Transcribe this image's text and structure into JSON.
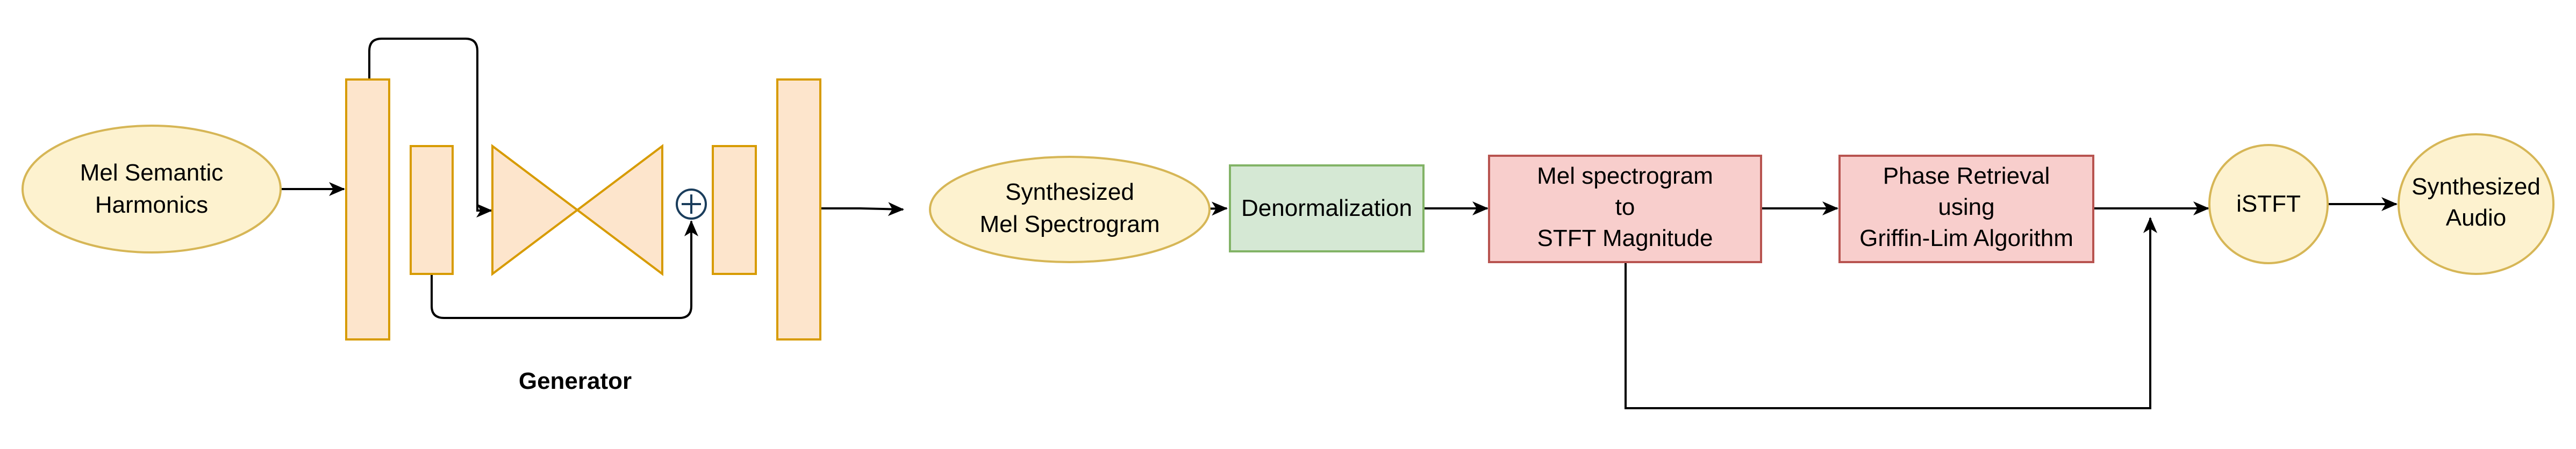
{
  "nodes": {
    "mel_semantic_harmonics": {
      "lines": [
        "Mel Semantic",
        "Harmonics"
      ]
    },
    "synthesized_mel_spectrogram": {
      "lines": [
        "Synthesized",
        "Mel Spectrogram"
      ]
    },
    "denormalization": {
      "lines": [
        "Denormalization"
      ]
    },
    "mel_to_stft": {
      "lines": [
        "Mel spectrogram",
        "to",
        "STFT Magnitude"
      ]
    },
    "phase_retrieval": {
      "lines": [
        "Phase Retrieval",
        "using",
        "Griffin-Lim Algorithm"
      ]
    },
    "istft": {
      "lines": [
        "iSTFT"
      ]
    },
    "synthesized_audio": {
      "lines": [
        "Synthesized",
        "Audio"
      ]
    }
  },
  "generator": {
    "label": "Generator",
    "plus_symbol": "+"
  },
  "colors": {
    "ellipse_fill": "#fdf2cf",
    "ellipse_stroke": "#d6b656",
    "layer_fill": "#fde5cc",
    "layer_stroke": "#d79b00",
    "green_fill": "#d5e8d4",
    "green_stroke": "#82b366",
    "red_fill": "#f8cecc",
    "red_stroke": "#b85450",
    "edge": "#000000",
    "plus_stroke": "#1a3d5c"
  }
}
